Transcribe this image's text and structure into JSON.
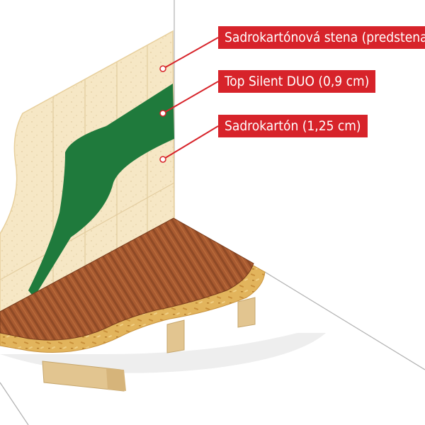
{
  "labels": [
    {
      "id": "wall-front",
      "text": "Sadrokartónová stena (predstena)"
    },
    {
      "id": "top-silent",
      "text": "Top Silent DUO (0,9 cm)"
    },
    {
      "id": "drywall",
      "text": "Sadrokartón (1,25 cm)"
    }
  ],
  "colors": {
    "accent": "#d7232a",
    "drywall": "#f6e7c5",
    "membrane": "#1f7a3c",
    "floor_wood": "#a0522d",
    "osb": "#e0b15a",
    "joist": "#e2c590"
  }
}
